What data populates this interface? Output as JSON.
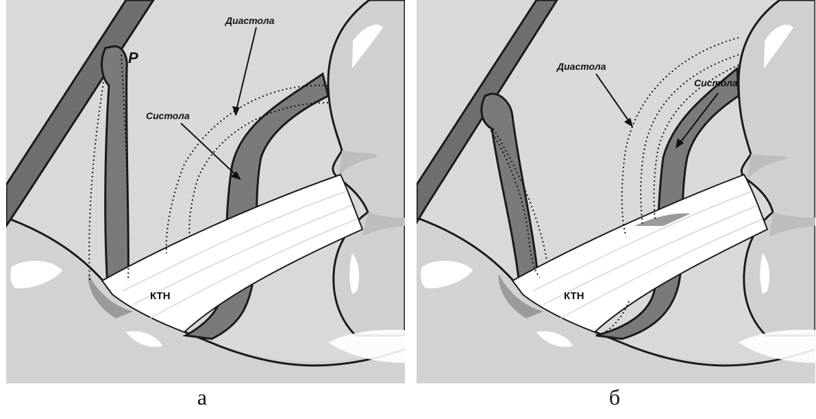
{
  "panel_a": {
    "label_p": "P",
    "label_diastole": "Диастола",
    "label_systole": "Систола",
    "label_ktn": "КТН",
    "caption": "а"
  },
  "panel_b": {
    "label_diastole": "Диастола",
    "label_systole": "Систола",
    "label_ktn": "КТН",
    "caption": "б"
  },
  "colors": {
    "background": "#d9d9d9",
    "light_gray": "#c8c8c8",
    "band": "#7a7a7a",
    "outline": "#1a1a1a",
    "white": "#ffffff"
  }
}
